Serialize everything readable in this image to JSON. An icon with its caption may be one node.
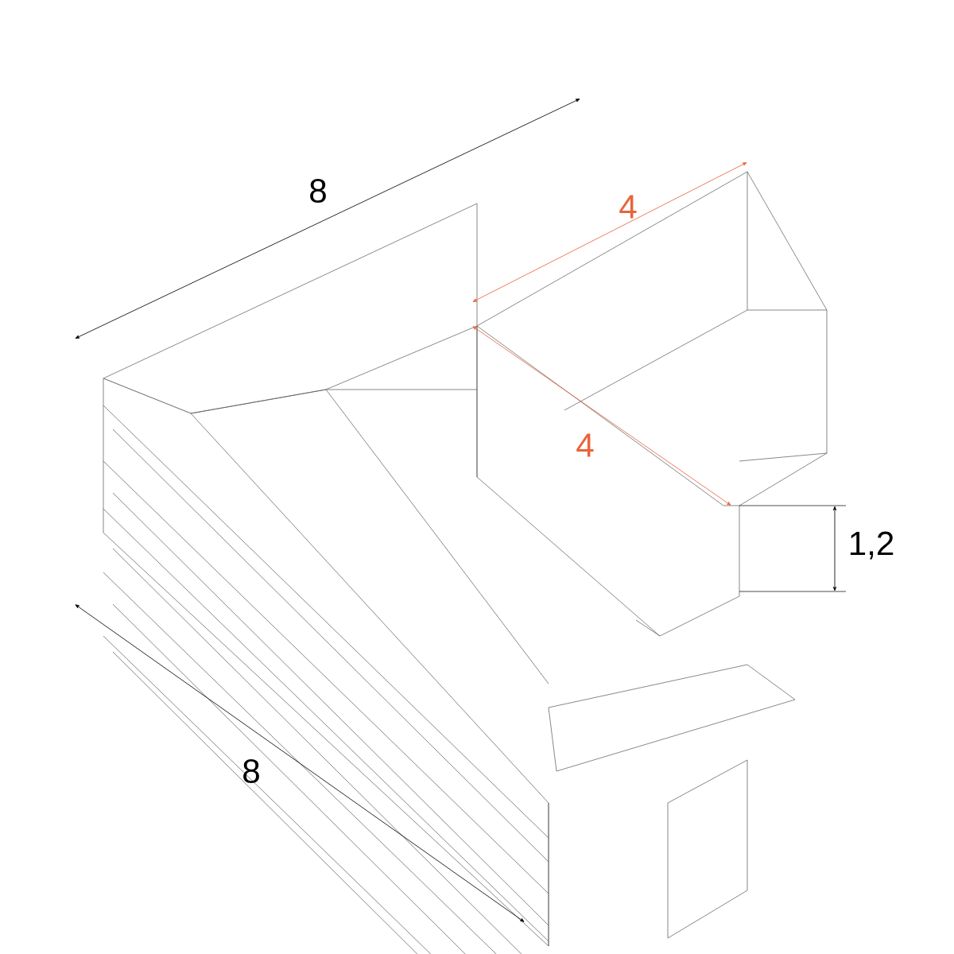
{
  "diagram": {
    "labels": [
      "8",
      "4",
      "4",
      "1,2",
      "8"
    ]
  }
}
